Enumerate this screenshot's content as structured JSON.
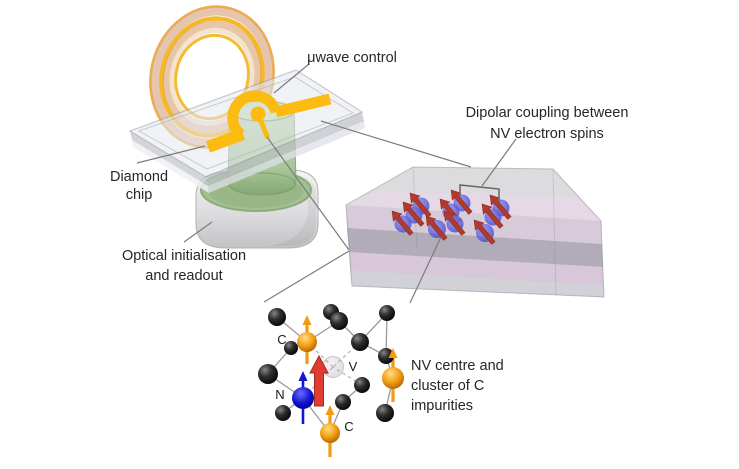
{
  "annotations": {
    "microwave_control": "μwave control",
    "diamond_chip": [
      "Diamond",
      "chip"
    ],
    "optical": [
      "Optical initialisation",
      "and readout"
    ],
    "dipolar_coupling": [
      "Dipolar coupling between",
      "NV electron spins"
    ],
    "nv_centre": [
      "NV centre and",
      "cluster of C",
      "impurities"
    ]
  },
  "atom_labels": {
    "carbon_upper": "C",
    "nitrogen": "N",
    "vacancy": "V",
    "carbon_lower": "C"
  },
  "colors": {
    "antenna_gold": "#FBBB11",
    "coil_copper": "#D2966B",
    "diamond_green": "#A9C79B",
    "spin_sphere_blue": "#5C5CDB",
    "spin_arrow_red": "#B03A2E",
    "nv_spin_arrow_red": "#E23B31",
    "carbon_black": "#1C1C1C",
    "impurity_orange": "#F29B11",
    "nitrogen_blue": "#1414D6",
    "nv_layer_pink": "#E3D2E4",
    "connector_line_gray": "#7D7D7D",
    "text_color": "#262626"
  }
}
